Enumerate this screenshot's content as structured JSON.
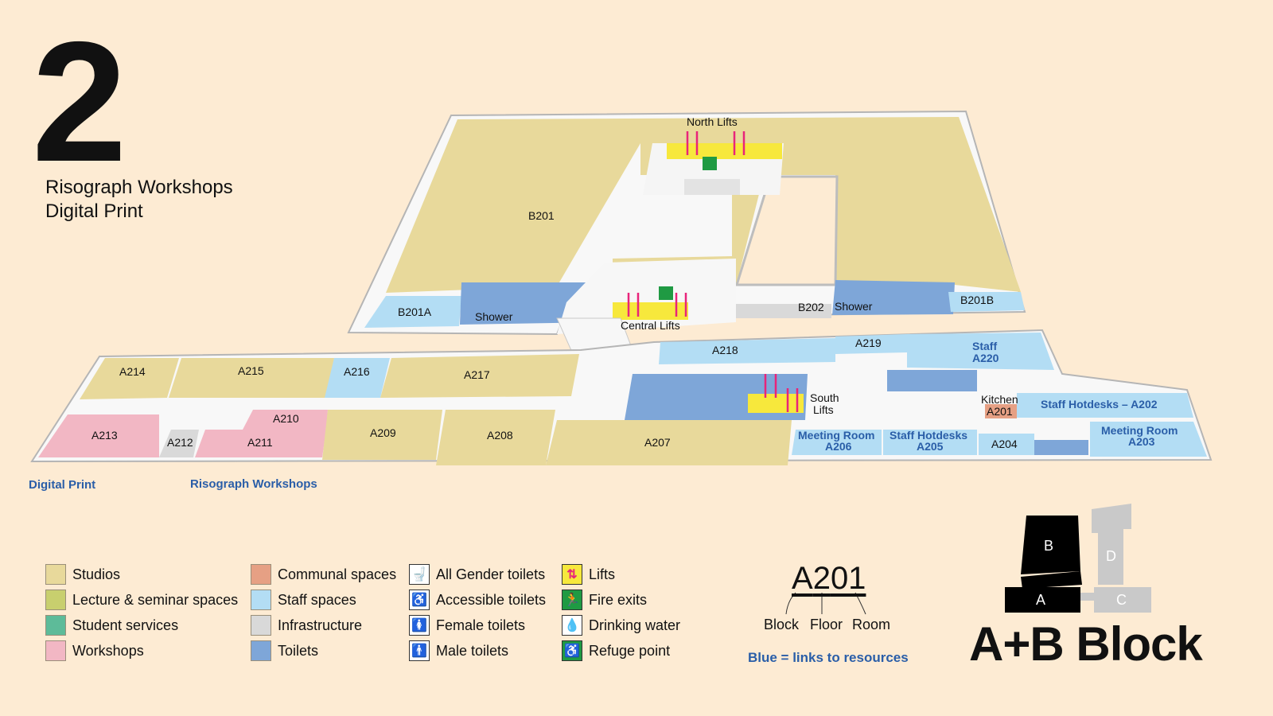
{
  "floor": {
    "number": "2",
    "subtitles": [
      "Risograph Workshops",
      "Digital Print"
    ]
  },
  "colors": {
    "studios": "#e8d99b",
    "lecture": "#c8cf6e",
    "student_services": "#5dbb99",
    "workshops": "#f2b7c4",
    "communal": "#e6a084",
    "staff": "#b3ddf4",
    "infrastructure": "#d9d9d9",
    "toilets": "#7ea6d8",
    "lifts": "#f7e83c",
    "lift_arrow": "#e8247a",
    "fire_exit": "#1f9a43",
    "link_blue": "#2a5ea8",
    "background": "#fdebd3"
  },
  "rooms": {
    "b201": "B201",
    "b201a": "B201A",
    "b201b": "B201B",
    "b202": "B202",
    "shower_1": "Shower",
    "shower_2": "Shower",
    "north_lifts": "North Lifts",
    "central_lifts": "Central Lifts",
    "south_lifts_1": "South",
    "south_lifts_2": "Lifts",
    "a214": "A214",
    "a215": "A215",
    "a216": "A216",
    "a217": "A217",
    "a218": "A218",
    "a219": "A219",
    "a220_1": "Staff",
    "a220_2": "A220",
    "a213": "A213",
    "a212": "A212",
    "a210": "A210",
    "a211": "A211",
    "a209": "A209",
    "a208": "A208",
    "a207": "A207",
    "a206_1": "Meeting Room",
    "a206_2": "A206",
    "a205_1": "Staff Hotdesks",
    "a205_2": "A205",
    "a204": "A204",
    "a203_1": "Meeting Room",
    "a203_2": "A203",
    "a201_1": "Kitchen",
    "a201_2": "A201",
    "a202": "Staff Hotdesks – A202"
  },
  "links": {
    "digital_print": "Digital Print",
    "risograph": "Risograph Workshops"
  },
  "legend": {
    "col1": [
      {
        "label": "Studios",
        "color": "#e8d99b"
      },
      {
        "label": "Lecture & seminar spaces",
        "color": "#c8cf6e"
      },
      {
        "label": "Student services",
        "color": "#5dbb99"
      },
      {
        "label": "Workshops",
        "color": "#f2b7c4"
      }
    ],
    "col2": [
      {
        "label": "Communal spaces",
        "color": "#e6a084"
      },
      {
        "label": "Staff spaces",
        "color": "#b3ddf4"
      },
      {
        "label": "Infrastructure",
        "color": "#d9d9d9"
      },
      {
        "label": "Toilets",
        "color": "#7ea6d8"
      }
    ],
    "col3": [
      {
        "label": "All Gender toilets",
        "icon": "all-gender-toilet-icon"
      },
      {
        "label": "Accessible toilets",
        "icon": "accessible-toilet-icon"
      },
      {
        "label": "Female toilets",
        "icon": "female-toilet-icon"
      },
      {
        "label": "Male toilets",
        "icon": "male-toilet-icon"
      }
    ],
    "col4": [
      {
        "label": "Lifts",
        "icon": "lift-icon"
      },
      {
        "label": "Fire exits",
        "icon": "fire-exit-icon"
      },
      {
        "label": "Drinking water",
        "icon": "drinking-water-icon"
      },
      {
        "label": "Refuge point",
        "icon": "refuge-point-icon"
      }
    ]
  },
  "code_key": {
    "block": "A",
    "floor": "2",
    "room": "01",
    "block_label": "Block",
    "floor_label": "Floor",
    "room_label": "Room",
    "note": "Blue = links to resources"
  },
  "block_key": {
    "b": "B",
    "a": "A",
    "c": "C",
    "d": "D",
    "title": "A+B Block"
  }
}
